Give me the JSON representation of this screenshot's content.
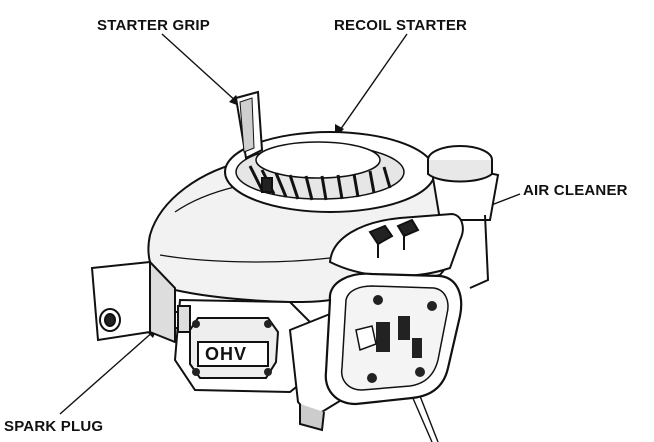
{
  "labels": {
    "starter_grip": "STARTER GRIP",
    "recoil_starter": "RECOIL STARTER",
    "air_cleaner": "AIR CLEANER",
    "spark_plug": "SPARK PLUG"
  },
  "engine_badge": "OHV",
  "colors": {
    "ink": "#111111",
    "paper": "#ffffff",
    "shade": "#d9d9d9",
    "dark": "#222222"
  }
}
